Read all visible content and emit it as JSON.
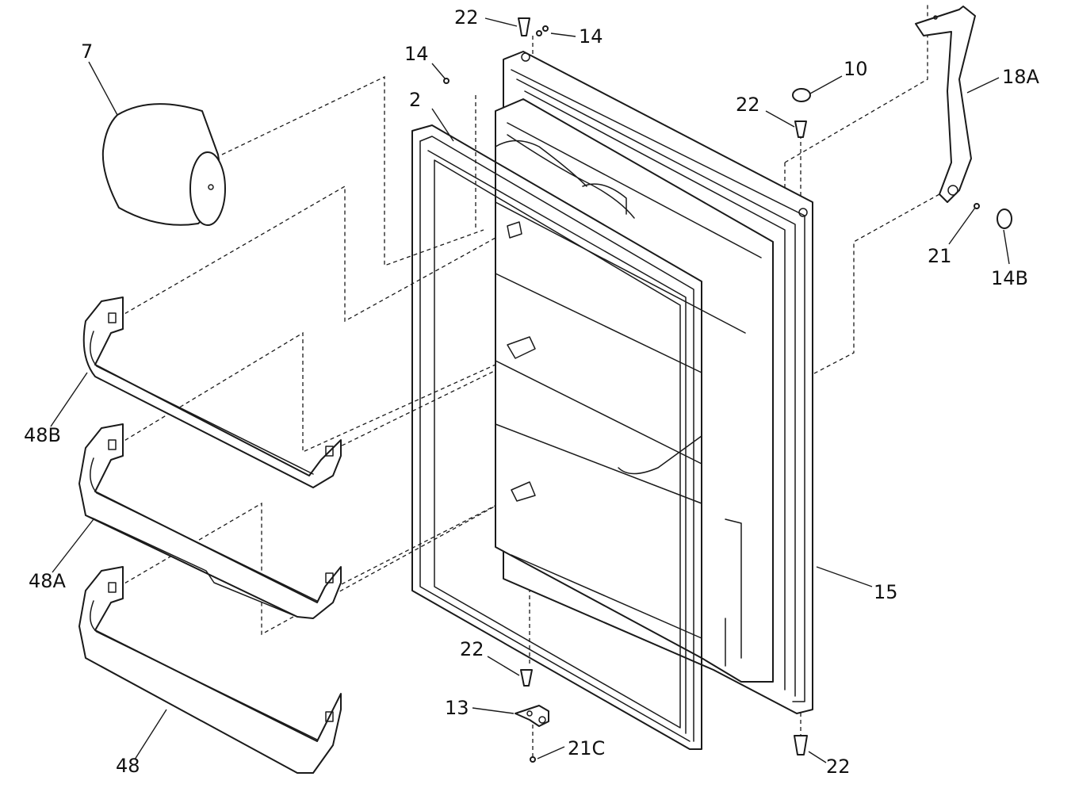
{
  "diagram": {
    "callouts": [
      {
        "id": "c22a",
        "label": "22"
      },
      {
        "id": "c14a",
        "label": "14"
      },
      {
        "id": "c14b",
        "label": "14"
      },
      {
        "id": "c10",
        "label": "10"
      },
      {
        "id": "c22b",
        "label": "22"
      },
      {
        "id": "c18a",
        "label": "18A"
      },
      {
        "id": "c7",
        "label": "7"
      },
      {
        "id": "c2",
        "label": "2"
      },
      {
        "id": "c21",
        "label": "21"
      },
      {
        "id": "c14bb",
        "label": "14B"
      },
      {
        "id": "c48b",
        "label": "48B"
      },
      {
        "id": "c48a",
        "label": "48A"
      },
      {
        "id": "c15",
        "label": "15"
      },
      {
        "id": "c22c",
        "label": "22"
      },
      {
        "id": "c13",
        "label": "13"
      },
      {
        "id": "c21c",
        "label": "21C"
      },
      {
        "id": "c48",
        "label": "48"
      },
      {
        "id": "c22d",
        "label": "22"
      }
    ]
  }
}
